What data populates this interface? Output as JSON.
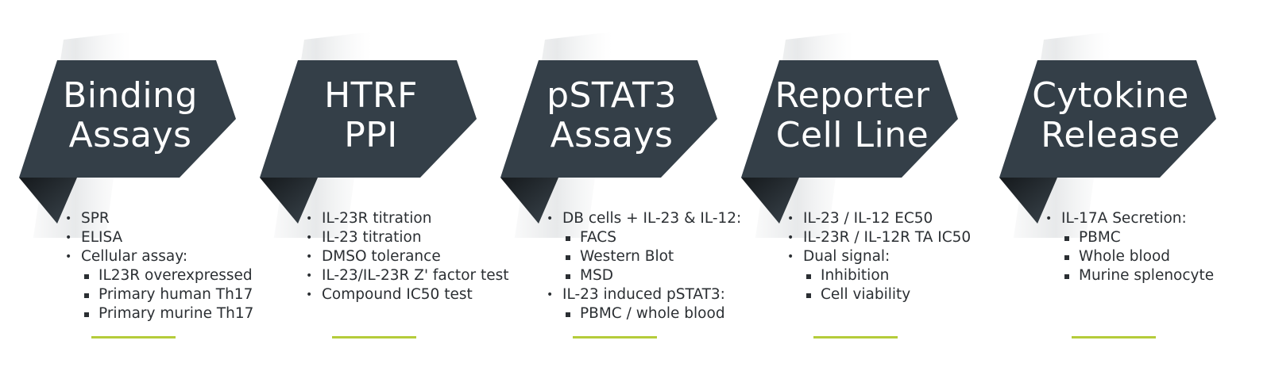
{
  "colors": {
    "banner": "#343f48",
    "fold": "#1f2428",
    "accent": "#b5cc3a",
    "text": "#2b2f33"
  },
  "panels": [
    {
      "title": [
        "Binding",
        "Assays"
      ],
      "items": [
        {
          "text": "SPR",
          "sub": []
        },
        {
          "text": "ELISA",
          "sub": []
        },
        {
          "text": "Cellular assay:",
          "sub": [
            "IL23R overexpressed",
            "Primary human Th17",
            "Primary murine Th17"
          ]
        }
      ]
    },
    {
      "title": [
        "HTRF",
        "PPI"
      ],
      "items": [
        {
          "text": "IL-23R titration",
          "sub": []
        },
        {
          "text": "IL-23 titration",
          "sub": []
        },
        {
          "text": "DMSO tolerance",
          "sub": []
        },
        {
          "text": "IL-23/IL-23R Z' factor test",
          "sub": []
        },
        {
          "text": "Compound IC50 test",
          "sub": []
        }
      ]
    },
    {
      "title": [
        "pSTAT3",
        "Assays"
      ],
      "items": [
        {
          "text": "DB cells + IL-23 & IL-12:",
          "sub": [
            "FACS",
            "Western Blot",
            "MSD"
          ]
        },
        {
          "text": "IL-23 induced pSTAT3:",
          "sub": [
            "PBMC / whole blood"
          ]
        }
      ]
    },
    {
      "title": [
        "Reporter",
        "Cell Line"
      ],
      "items": [
        {
          "text": "IL-23 / IL-12 EC50",
          "sub": []
        },
        {
          "text": "IL-23R / IL-12R TA IC50",
          "sub": []
        },
        {
          "text": "Dual signal:",
          "sub": [
            "Inhibition",
            "Cell viability"
          ]
        }
      ]
    },
    {
      "title": [
        "Cytokine",
        "Release"
      ],
      "items": [
        {
          "text": "IL-17A Secretion:",
          "sub": [
            "PBMC",
            "Whole blood",
            "Murine splenocyte"
          ]
        }
      ]
    }
  ]
}
